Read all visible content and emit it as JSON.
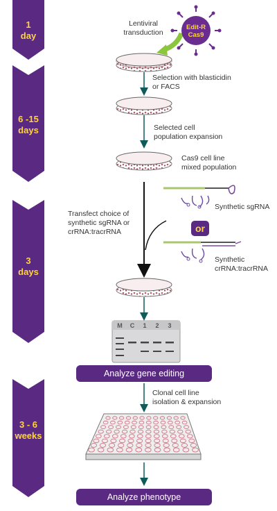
{
  "timeline": [
    {
      "label": "1\nday"
    },
    {
      "label": "6 -15\ndays"
    },
    {
      "label": "3\ndays"
    },
    {
      "label": "3 - 6\nweeks"
    }
  ],
  "virus": {
    "label_line1": "Edit-R",
    "label_line2": "Cas9"
  },
  "steps": {
    "lentiviral": {
      "line1": "Lentiviral",
      "line2": "transduction"
    },
    "selection": {
      "line1": "Selection with blasticidin",
      "line2": "or FACS"
    },
    "expansion": {
      "line1": "Selected cell",
      "line2": "population expansion"
    },
    "cas9_line": {
      "line1": "Cas9 cell line",
      "line2": "mixed population"
    },
    "transfect": {
      "line1": "Transfect choice of",
      "line2": "synthetic sgRNA or",
      "line3": "crRNA:tracrRNA"
    },
    "clonal": {
      "line1": "Clonal cell line",
      "line2": "isolation & expansion"
    }
  },
  "rna": {
    "sgrna_label": "Synthetic sgRNA",
    "or_label": "or",
    "crrna_line1": "Synthetic",
    "crrna_line2": "crRNA:tracrRNA"
  },
  "gel": {
    "lanes": [
      "M",
      "C",
      "1",
      "2",
      "3"
    ]
  },
  "buttons": {
    "analyze_gene_editing": "Analyze gene editing",
    "analyze_phenotype": "Analyze phenotype"
  },
  "colors": {
    "purple": "#5a2a82",
    "yellow": "#ffd43b",
    "green": "#8cc63f",
    "arrow": "#0e5b5a"
  }
}
